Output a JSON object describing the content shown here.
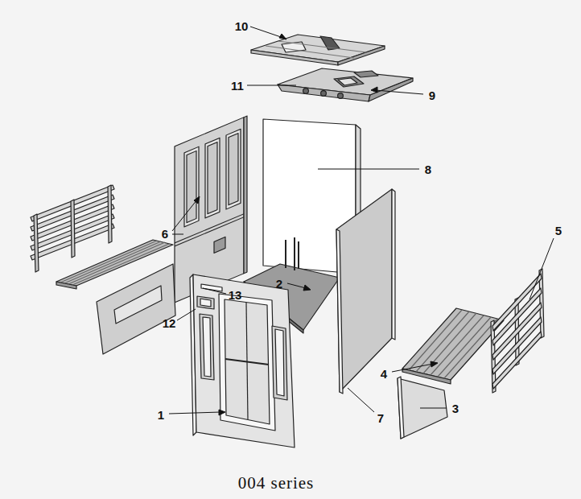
{
  "diagram": {
    "caption": "004 series",
    "labels": [
      "10",
      "11",
      "9",
      "8",
      "6",
      "5",
      "2",
      "13",
      "12",
      "4",
      "3",
      "1",
      "7"
    ]
  }
}
